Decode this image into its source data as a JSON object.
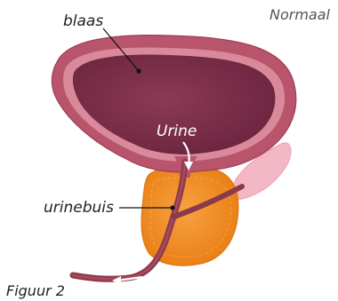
{
  "title": "Normaal",
  "labels": {
    "bladder": "blaas",
    "urine": "Urine",
    "urethra": "urinebuis"
  },
  "caption": "Figuur 2",
  "colors": {
    "bladder_wall_outer": "#b8546b",
    "bladder_wall_inner": "#d98a9a",
    "bladder_lumen": "#7a2e46",
    "prostate": "#f08a1c",
    "prostate_shadow": "#e07510",
    "urethra": "#8a3a4a",
    "seminal_vesicle": "#f3b7c6",
    "arrow": "#ffffff",
    "leader_line": "#111111"
  }
}
